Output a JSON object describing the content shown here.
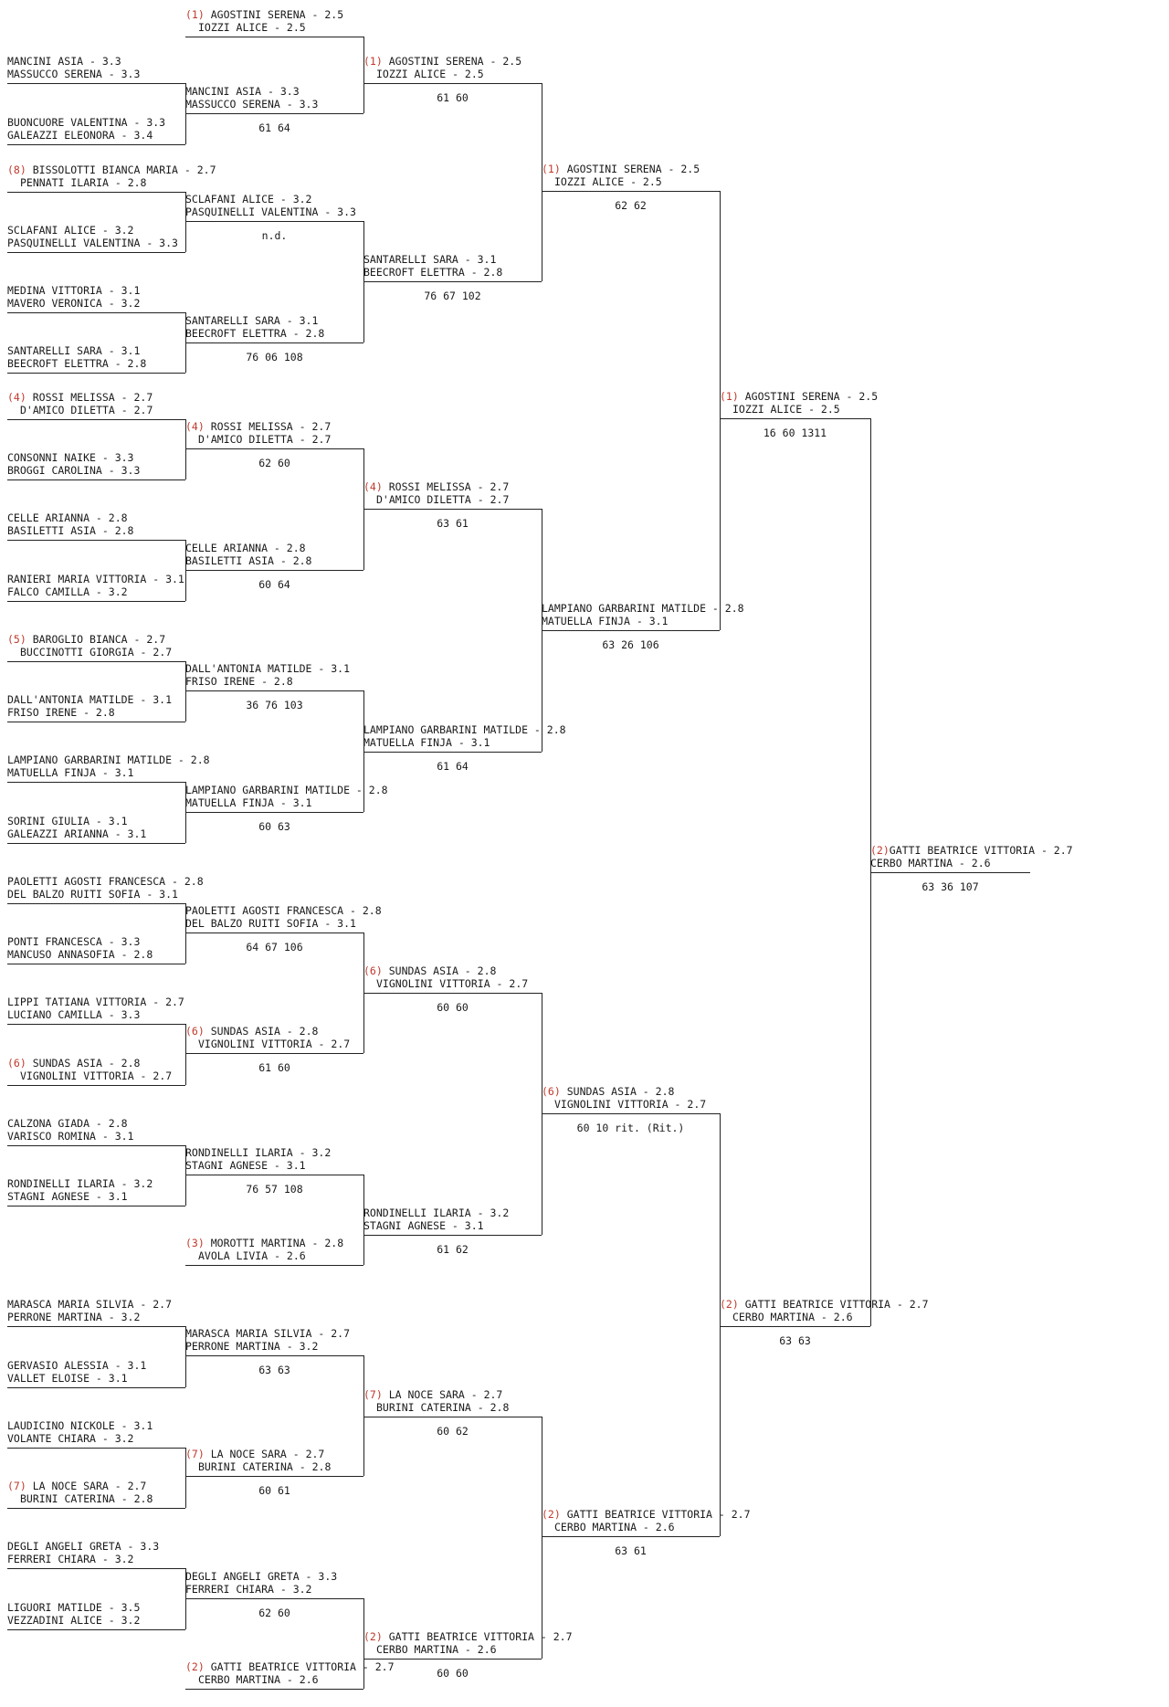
{
  "rounds": [
    {
      "slots": [
        {
          "seed": "",
          "lines": [
            "MANCINI ASIA - 3.3",
            "MASSUCCO SERENA - 3.3"
          ]
        },
        {
          "seed": "",
          "lines": [
            "BUONCUORE VALENTINA - 3.3",
            "GALEAZZI ELEONORA - 3.4"
          ]
        },
        {
          "seed": "(8)",
          "lines": [
            "BISSOLOTTI BIANCA MARIA - 2.7",
            "PENNATI ILARIA - 2.8"
          ]
        },
        {
          "seed": "",
          "lines": [
            "SCLAFANI ALICE - 3.2",
            "PASQUINELLI VALENTINA - 3.3"
          ]
        },
        {
          "seed": "",
          "lines": [
            "MEDINA VITTORIA - 3.1",
            "MAVERO VERONICA - 3.2"
          ]
        },
        {
          "seed": "",
          "lines": [
            "SANTARELLI SARA - 3.1",
            "BEECROFT ELETTRA - 2.8"
          ]
        },
        {
          "seed": "(4)",
          "lines": [
            "ROSSI MELISSA - 2.7",
            "D'AMICO DILETTA - 2.7"
          ]
        },
        {
          "seed": "",
          "lines": [
            "CONSONNI NAIKE - 3.3",
            "BROGGI CAROLINA - 3.3"
          ]
        },
        {
          "seed": "",
          "lines": [
            "CELLE ARIANNA - 2.8",
            "BASILETTI ASIA - 2.8"
          ]
        },
        {
          "seed": "",
          "lines": [
            "RANIERI MARIA VITTORIA - 3.1",
            "FALCO CAMILLA - 3.2"
          ]
        },
        {
          "seed": "(5)",
          "lines": [
            "BAROGLIO BIANCA - 2.7",
            "BUCCINOTTI GIORGIA - 2.7"
          ]
        },
        {
          "seed": "",
          "lines": [
            "DALL'ANTONIA MATILDE - 3.1",
            "FRISO IRENE - 2.8"
          ]
        },
        {
          "seed": "",
          "lines": [
            "LAMPIANO GARBARINI MATILDE - 2.8",
            "MATUELLA FINJA - 3.1"
          ]
        },
        {
          "seed": "",
          "lines": [
            "SORINI GIULIA - 3.1",
            "GALEAZZI ARIANNA - 3.1"
          ]
        },
        {
          "seed": "",
          "lines": [
            "PAOLETTI AGOSTI FRANCESCA - 2.8",
            "DEL BALZO RUITI SOFIA - 3.1"
          ]
        },
        {
          "seed": "",
          "lines": [
            "PONTI FRANCESCA - 3.3",
            "MANCUSO ANNASOFIA - 2.8"
          ]
        },
        {
          "seed": "",
          "lines": [
            "LIPPI TATIANA VITTORIA - 2.7",
            "LUCIANO CAMILLA - 3.3"
          ]
        },
        {
          "seed": "(6)",
          "lines": [
            "SUNDAS ASIA - 2.8",
            "VIGNOLINI VITTORIA - 2.7"
          ]
        },
        {
          "seed": "",
          "lines": [
            "CALZONA GIADA - 2.8",
            "VARISCO ROMINA - 3.1"
          ]
        },
        {
          "seed": "",
          "lines": [
            "RONDINELLI ILARIA - 3.2",
            "STAGNI AGNESE - 3.1"
          ]
        },
        {
          "seed": "",
          "lines": [
            "MARASCA MARIA SILVIA - 2.7",
            "PERRONE MARTINA - 3.2"
          ]
        },
        {
          "seed": "",
          "lines": [
            "GERVASIO ALESSIA - 3.1",
            "VALLET ELOISE - 3.1"
          ]
        },
        {
          "seed": "",
          "lines": [
            "LAUDICINO NICKOLE - 3.1",
            "VOLANTE CHIARA - 3.2"
          ]
        },
        {
          "seed": "(7)",
          "lines": [
            "LA NOCE SARA - 2.7",
            "BURINI CATERINA - 2.8"
          ]
        },
        {
          "seed": "",
          "lines": [
            "DEGLI ANGELI GRETA - 3.3",
            "FERRERI CHIARA - 3.2"
          ]
        },
        {
          "seed": "",
          "lines": [
            "LIGUORI MATILDE - 3.5",
            "VEZZADINI ALICE - 3.2"
          ]
        }
      ]
    },
    {
      "slots": [
        {
          "seed": "(1)",
          "lines": [
            "AGOSTINI SERENA - 2.5",
            "IOZZI ALICE - 2.5"
          ]
        },
        {
          "seed": "",
          "lines": [
            "MANCINI ASIA - 3.3",
            "MASSUCCO SERENA - 3.3"
          ],
          "score": "61 64"
        },
        {
          "seed": "",
          "lines": [
            "SCLAFANI ALICE - 3.2",
            "PASQUINELLI VALENTINA - 3.3"
          ],
          "score": "n.d."
        },
        {
          "seed": "",
          "lines": [
            "SANTARELLI SARA - 3.1",
            "BEECROFT ELETTRA - 2.8"
          ],
          "score": "76 06 108"
        },
        {
          "seed": "(4)",
          "lines": [
            "ROSSI MELISSA - 2.7",
            "D'AMICO DILETTA - 2.7"
          ],
          "score": "62 60"
        },
        {
          "seed": "",
          "lines": [
            "CELLE ARIANNA - 2.8",
            "BASILETTI ASIA - 2.8"
          ],
          "score": "60 64"
        },
        {
          "seed": "",
          "lines": [
            "DALL'ANTONIA MATILDE - 3.1",
            "FRISO IRENE - 2.8"
          ],
          "score": "36 76 103"
        },
        {
          "seed": "",
          "lines": [
            "LAMPIANO GARBARINI MATILDE - 2.8",
            "MATUELLA FINJA - 3.1"
          ],
          "score": "60 63"
        },
        {
          "seed": "",
          "lines": [
            "PAOLETTI AGOSTI FRANCESCA - 2.8",
            "DEL BALZO RUITI SOFIA - 3.1"
          ],
          "score": "64 67 106"
        },
        {
          "seed": "(6)",
          "lines": [
            "SUNDAS ASIA - 2.8",
            "VIGNOLINI VITTORIA - 2.7"
          ],
          "score": "61 60"
        },
        {
          "seed": "",
          "lines": [
            "RONDINELLI ILARIA - 3.2",
            "STAGNI AGNESE - 3.1"
          ],
          "score": "76 57 108"
        },
        {
          "seed": "(3)",
          "lines": [
            "MOROTTI MARTINA - 2.8",
            "AVOLA LIVIA - 2.6"
          ]
        },
        {
          "seed": "",
          "lines": [
            "MARASCA MARIA SILVIA - 2.7",
            "PERRONE MARTINA - 3.2"
          ],
          "score": "63 63"
        },
        {
          "seed": "(7)",
          "lines": [
            "LA NOCE SARA - 2.7",
            "BURINI CATERINA - 2.8"
          ],
          "score": "60 61"
        },
        {
          "seed": "",
          "lines": [
            "DEGLI ANGELI GRETA - 3.3",
            "FERRERI CHIARA - 3.2"
          ],
          "score": "62 60"
        },
        {
          "seed": "(2)",
          "lines": [
            "GATTI BEATRICE VITTORIA - 2.7",
            "CERBO MARTINA - 2.6"
          ]
        }
      ]
    },
    {
      "slots": [
        {
          "seed": "(1)",
          "lines": [
            "AGOSTINI SERENA - 2.5",
            "IOZZI ALICE - 2.5"
          ],
          "score": "61 60"
        },
        {
          "seed": "",
          "lines": [
            "SANTARELLI SARA - 3.1",
            "BEECROFT ELETTRA - 2.8"
          ],
          "score": "76 67 102"
        },
        {
          "seed": "(4)",
          "lines": [
            "ROSSI MELISSA - 2.7",
            "D'AMICO DILETTA - 2.7"
          ],
          "score": "63 61"
        },
        {
          "seed": "",
          "lines": [
            "LAMPIANO GARBARINI MATILDE - 2.8",
            "MATUELLA FINJA - 3.1"
          ],
          "score": "61 64"
        },
        {
          "seed": "(6)",
          "lines": [
            "SUNDAS ASIA - 2.8",
            "VIGNOLINI VITTORIA - 2.7"
          ],
          "score": "60 60"
        },
        {
          "seed": "",
          "lines": [
            "RONDINELLI ILARIA - 3.2",
            "STAGNI AGNESE - 3.1"
          ],
          "score": "61 62"
        },
        {
          "seed": "(7)",
          "lines": [
            "LA NOCE SARA - 2.7",
            "BURINI CATERINA - 2.8"
          ],
          "score": "60 62"
        },
        {
          "seed": "(2)",
          "lines": [
            "GATTI BEATRICE VITTORIA - 2.7",
            "CERBO MARTINA - 2.6"
          ],
          "score": "60 60"
        }
      ]
    },
    {
      "slots": [
        {
          "seed": "(1)",
          "lines": [
            "AGOSTINI SERENA - 2.5",
            "IOZZI ALICE - 2.5"
          ],
          "score": "62 62"
        },
        {
          "seed": "",
          "lines": [
            "LAMPIANO GARBARINI MATILDE - 2.8",
            "MATUELLA FINJA - 3.1"
          ],
          "score": "63 26 106"
        },
        {
          "seed": "(6)",
          "lines": [
            "SUNDAS ASIA - 2.8",
            "VIGNOLINI VITTORIA - 2.7"
          ],
          "score": "60 10 rit. (Rit.)"
        },
        {
          "seed": "(2)",
          "lines": [
            "GATTI BEATRICE VITTORIA - 2.7",
            "CERBO MARTINA - 2.6"
          ],
          "score": "63 61"
        }
      ]
    },
    {
      "slots": [
        {
          "seed": "(1)",
          "lines": [
            "AGOSTINI SERENA - 2.5",
            "IOZZI ALICE - 2.5"
          ],
          "score": "16 60 1311"
        },
        {
          "seed": "(2)",
          "lines": [
            "GATTI BEATRICE VITTORIA - 2.7",
            "CERBO MARTINA - 2.6"
          ],
          "score": "63 63"
        }
      ]
    },
    {
      "slots": [
        {
          "seed": "(2)",
          "lines": [
            "GATTI BEATRICE VITTORIA - 2.7",
            "CERBO MARTINA - 2.6"
          ],
          "score": "63 36 107"
        }
      ]
    }
  ]
}
